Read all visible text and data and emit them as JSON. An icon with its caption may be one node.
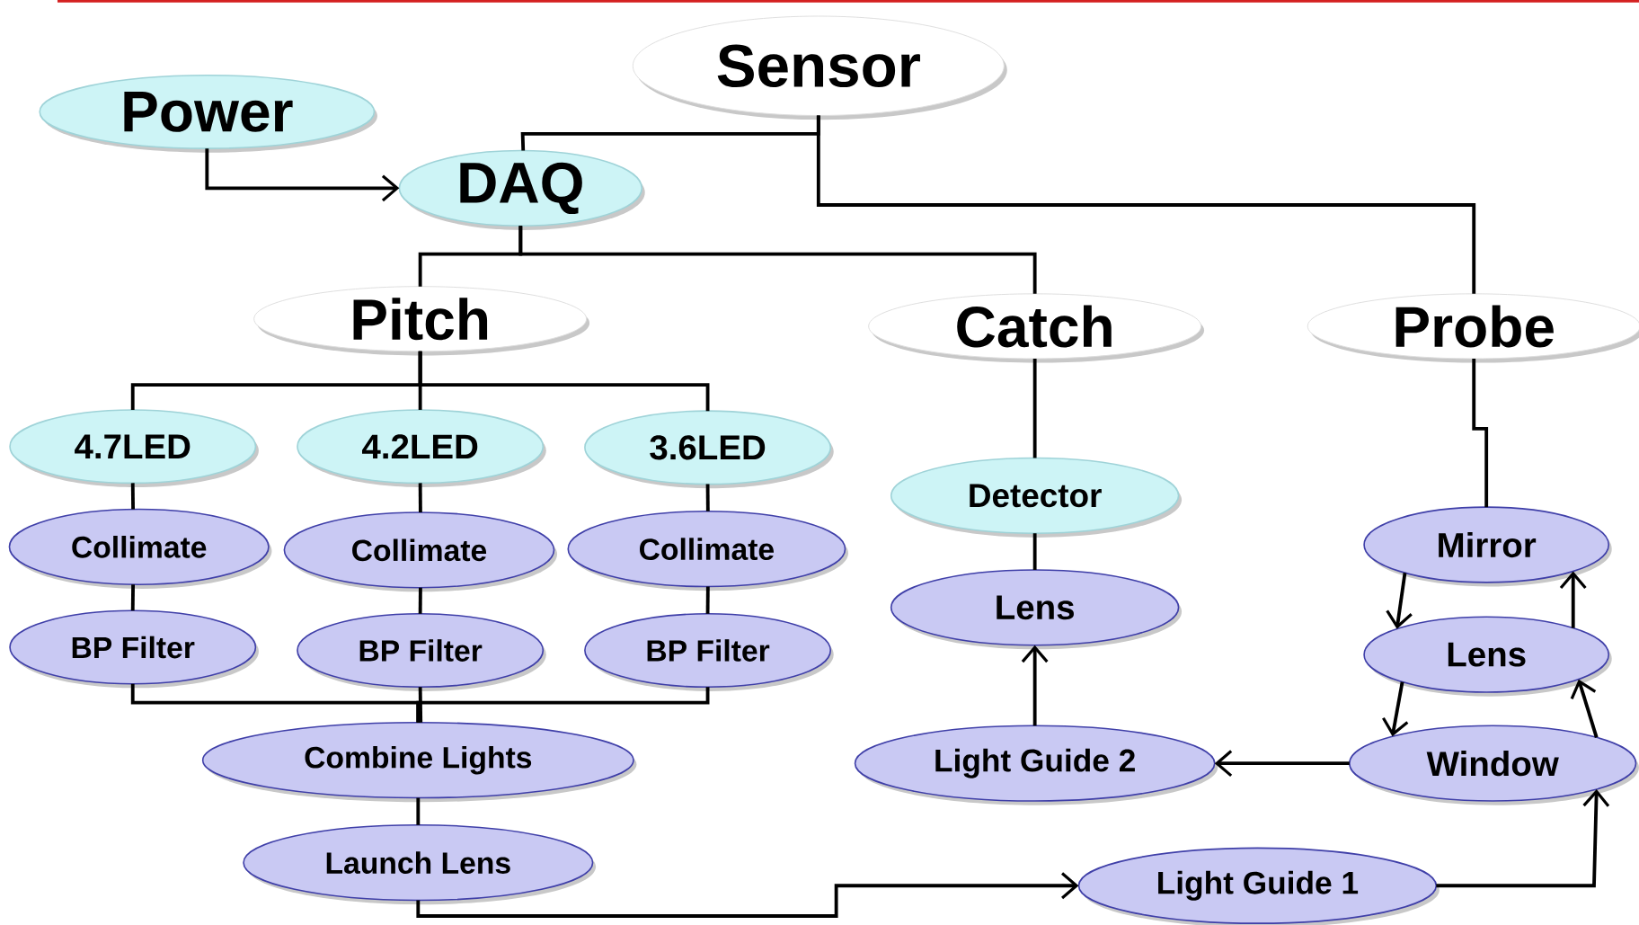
{
  "diagram": {
    "nodes": [
      {
        "text": [
          "Sensor"
        ]
      },
      {
        "text": [
          "Power"
        ]
      },
      {
        "text": [
          "DAQ"
        ]
      },
      {
        "text": [
          "Pitch"
        ]
      },
      {
        "text": [
          "Catch"
        ]
      },
      {
        "text": [
          "Probe"
        ]
      },
      {
        "text": [
          "4.7LED"
        ]
      },
      {
        "text": [
          "4.2LED"
        ]
      },
      {
        "text": [
          "3.6LED"
        ]
      },
      {
        "text": [
          "Collimate"
        ]
      },
      {
        "text": [
          "Collimate"
        ]
      },
      {
        "text": [
          "Collimate"
        ]
      },
      {
        "text": [
          "BP Filter"
        ]
      },
      {
        "text": [
          "BP Filter"
        ]
      },
      {
        "text": [
          "BP Filter"
        ]
      },
      {
        "text": [
          "Combine Lights"
        ]
      },
      {
        "text": [
          "Launch Lens"
        ]
      },
      {
        "text": [
          "Detector"
        ]
      },
      {
        "text": [
          "Lens"
        ]
      },
      {
        "text": [
          "Light Guide 2"
        ]
      },
      {
        "text": [
          "Mirror"
        ]
      },
      {
        "text": [
          "Lens"
        ]
      },
      {
        "text": [
          "Window"
        ]
      },
      {
        "text": [
          "Light Guide 1"
        ]
      }
    ],
    "edges": [
      {
        "from": 1,
        "to": 2,
        "arrow": "to"
      },
      {
        "from": 0,
        "to": 2,
        "arrow": "none"
      },
      {
        "from": 0,
        "to": 5,
        "arrow": "none"
      },
      {
        "from": 2,
        "to": 3,
        "arrow": "none"
      },
      {
        "from": 2,
        "to": 4,
        "arrow": "none"
      },
      {
        "from": 3,
        "to": 6,
        "arrow": "none"
      },
      {
        "from": 3,
        "to": 7,
        "arrow": "none"
      },
      {
        "from": 3,
        "to": 8,
        "arrow": "none"
      },
      {
        "from": 6,
        "to": 9,
        "arrow": "none"
      },
      {
        "from": 7,
        "to": 10,
        "arrow": "none"
      },
      {
        "from": 8,
        "to": 11,
        "arrow": "none"
      },
      {
        "from": 9,
        "to": 12,
        "arrow": "none"
      },
      {
        "from": 10,
        "to": 13,
        "arrow": "none"
      },
      {
        "from": 11,
        "to": 14,
        "arrow": "none"
      },
      {
        "from": 12,
        "to": 15,
        "arrow": "none"
      },
      {
        "from": 13,
        "to": 15,
        "arrow": "none"
      },
      {
        "from": 14,
        "to": 15,
        "arrow": "none"
      },
      {
        "from": 15,
        "to": 16,
        "arrow": "none"
      },
      {
        "from": 16,
        "to": 23,
        "arrow": "to"
      },
      {
        "from": 4,
        "to": 17,
        "arrow": "none"
      },
      {
        "from": 17,
        "to": 18,
        "arrow": "none"
      },
      {
        "from": 19,
        "to": 18,
        "arrow": "to"
      },
      {
        "from": 22,
        "to": 19,
        "arrow": "to"
      },
      {
        "from": 23,
        "to": 22,
        "arrow": "to"
      },
      {
        "from": 5,
        "to": 20,
        "arrow": "none"
      },
      {
        "from": 20,
        "to": 21,
        "arrow": "to"
      },
      {
        "from": 21,
        "to": 20,
        "arrow": "to"
      },
      {
        "from": 21,
        "to": 22,
        "arrow": "to"
      },
      {
        "from": 22,
        "to": 21,
        "arrow": "to"
      }
    ]
  }
}
